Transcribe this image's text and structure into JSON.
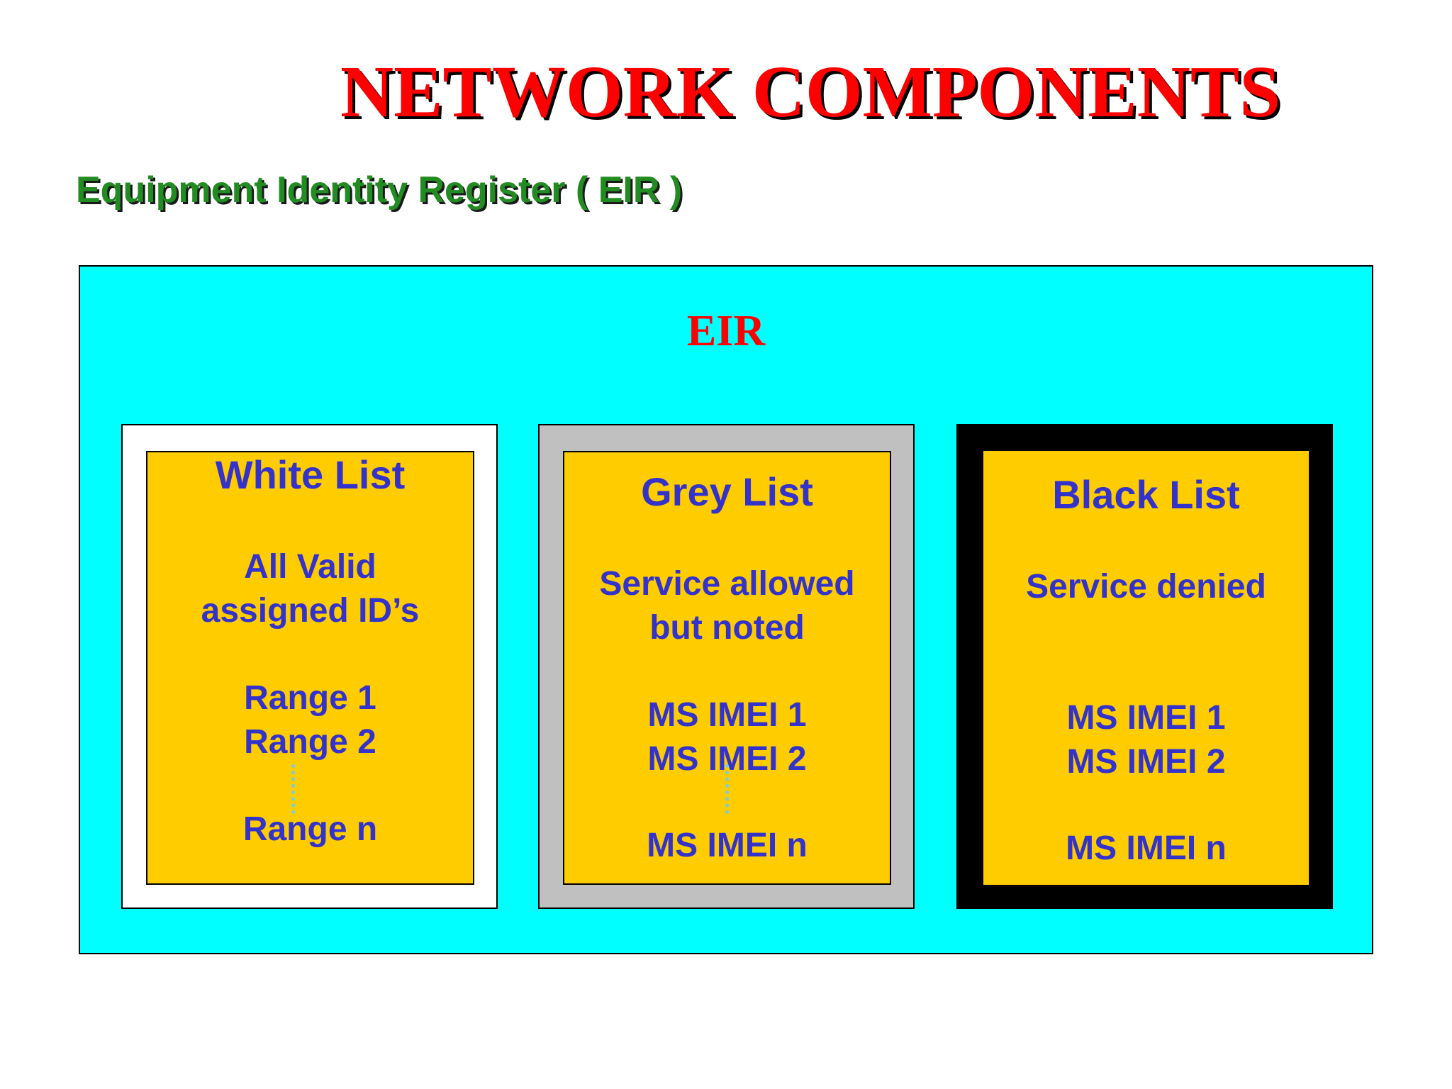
{
  "title": "NETWORK COMPONENTS",
  "subtitle": "Equipment Identity Register ( EIR )",
  "eir": {
    "label": "EIR"
  },
  "lists": {
    "white": {
      "title": "White List",
      "desc_line1": "All Valid",
      "desc_line2": "assigned ID’s",
      "item1": "Range 1",
      "item2": "Range 2",
      "item_n": "Range n"
    },
    "grey": {
      "title": "Grey List",
      "desc_line1": "Service allowed",
      "desc_line2": "but noted",
      "item1": "MS IMEI 1",
      "item2": "MS IMEI 2",
      "item_n": "MS IMEI n"
    },
    "black": {
      "title": "Black List",
      "desc_line1": "Service denied",
      "item1": "MS IMEI 1",
      "item2": "MS IMEI 2",
      "item_n": "MS IMEI n"
    }
  },
  "colors": {
    "title": "#ff0000",
    "subtitle": "#228b22",
    "eir_background": "#00ffff",
    "card_background": "#ffcc00",
    "card_text": "#3333cc",
    "white_frame": "#ffffff",
    "grey_frame": "#c0c0c0",
    "black_frame": "#000000"
  }
}
